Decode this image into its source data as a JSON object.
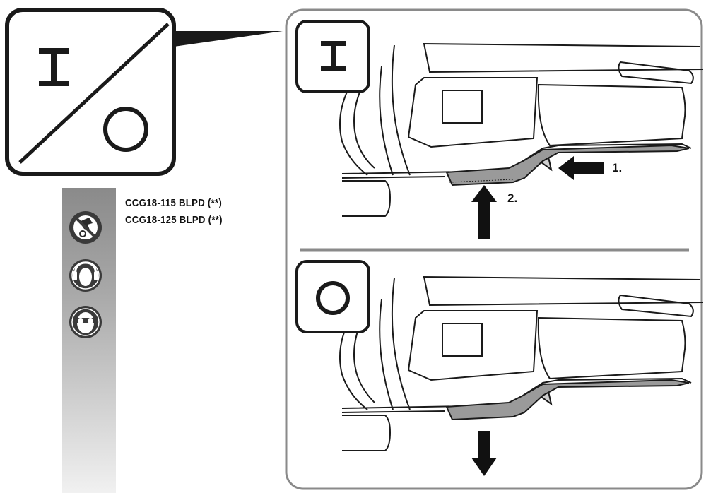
{
  "symbol_panel": {
    "on_symbol": "I",
    "off_symbol": "O"
  },
  "models": [
    "CCG18-115 BLPD (**)",
    "CCG18-125 BLPD (**)"
  ],
  "safety_icons": [
    "no-contact-icon",
    "ear-protection-icon",
    "eye-protection-icon"
  ],
  "switch_on": {
    "state_symbol": "I",
    "steps": [
      "1.",
      "2."
    ]
  },
  "switch_off": {
    "state_symbol": "O"
  },
  "colors": {
    "panel_border": "#8a8a8a",
    "lever_fill": "#9a9a9a",
    "outline": "#1a1a1a"
  }
}
